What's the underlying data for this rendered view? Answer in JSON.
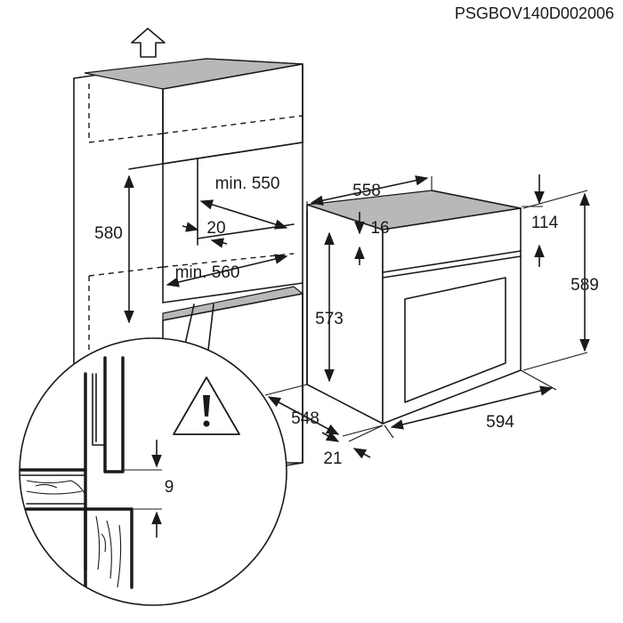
{
  "document_code": "PSGBOV140D002006",
  "dimensions": {
    "cabinet_height": "580",
    "cabinet_width": "min. 550",
    "cabinet_depth": "min. 560",
    "rear_gap": "20",
    "gap_9": "9",
    "oven_width_top": "558",
    "oven_offset_16": "16",
    "oven_panel_114": "114",
    "oven_height_573": "573",
    "oven_height_589": "589",
    "oven_depth_548": "548",
    "oven_front_21": "21",
    "oven_width_594": "594"
  },
  "icons": [
    "up-arrow-icon",
    "warning-icon"
  ]
}
